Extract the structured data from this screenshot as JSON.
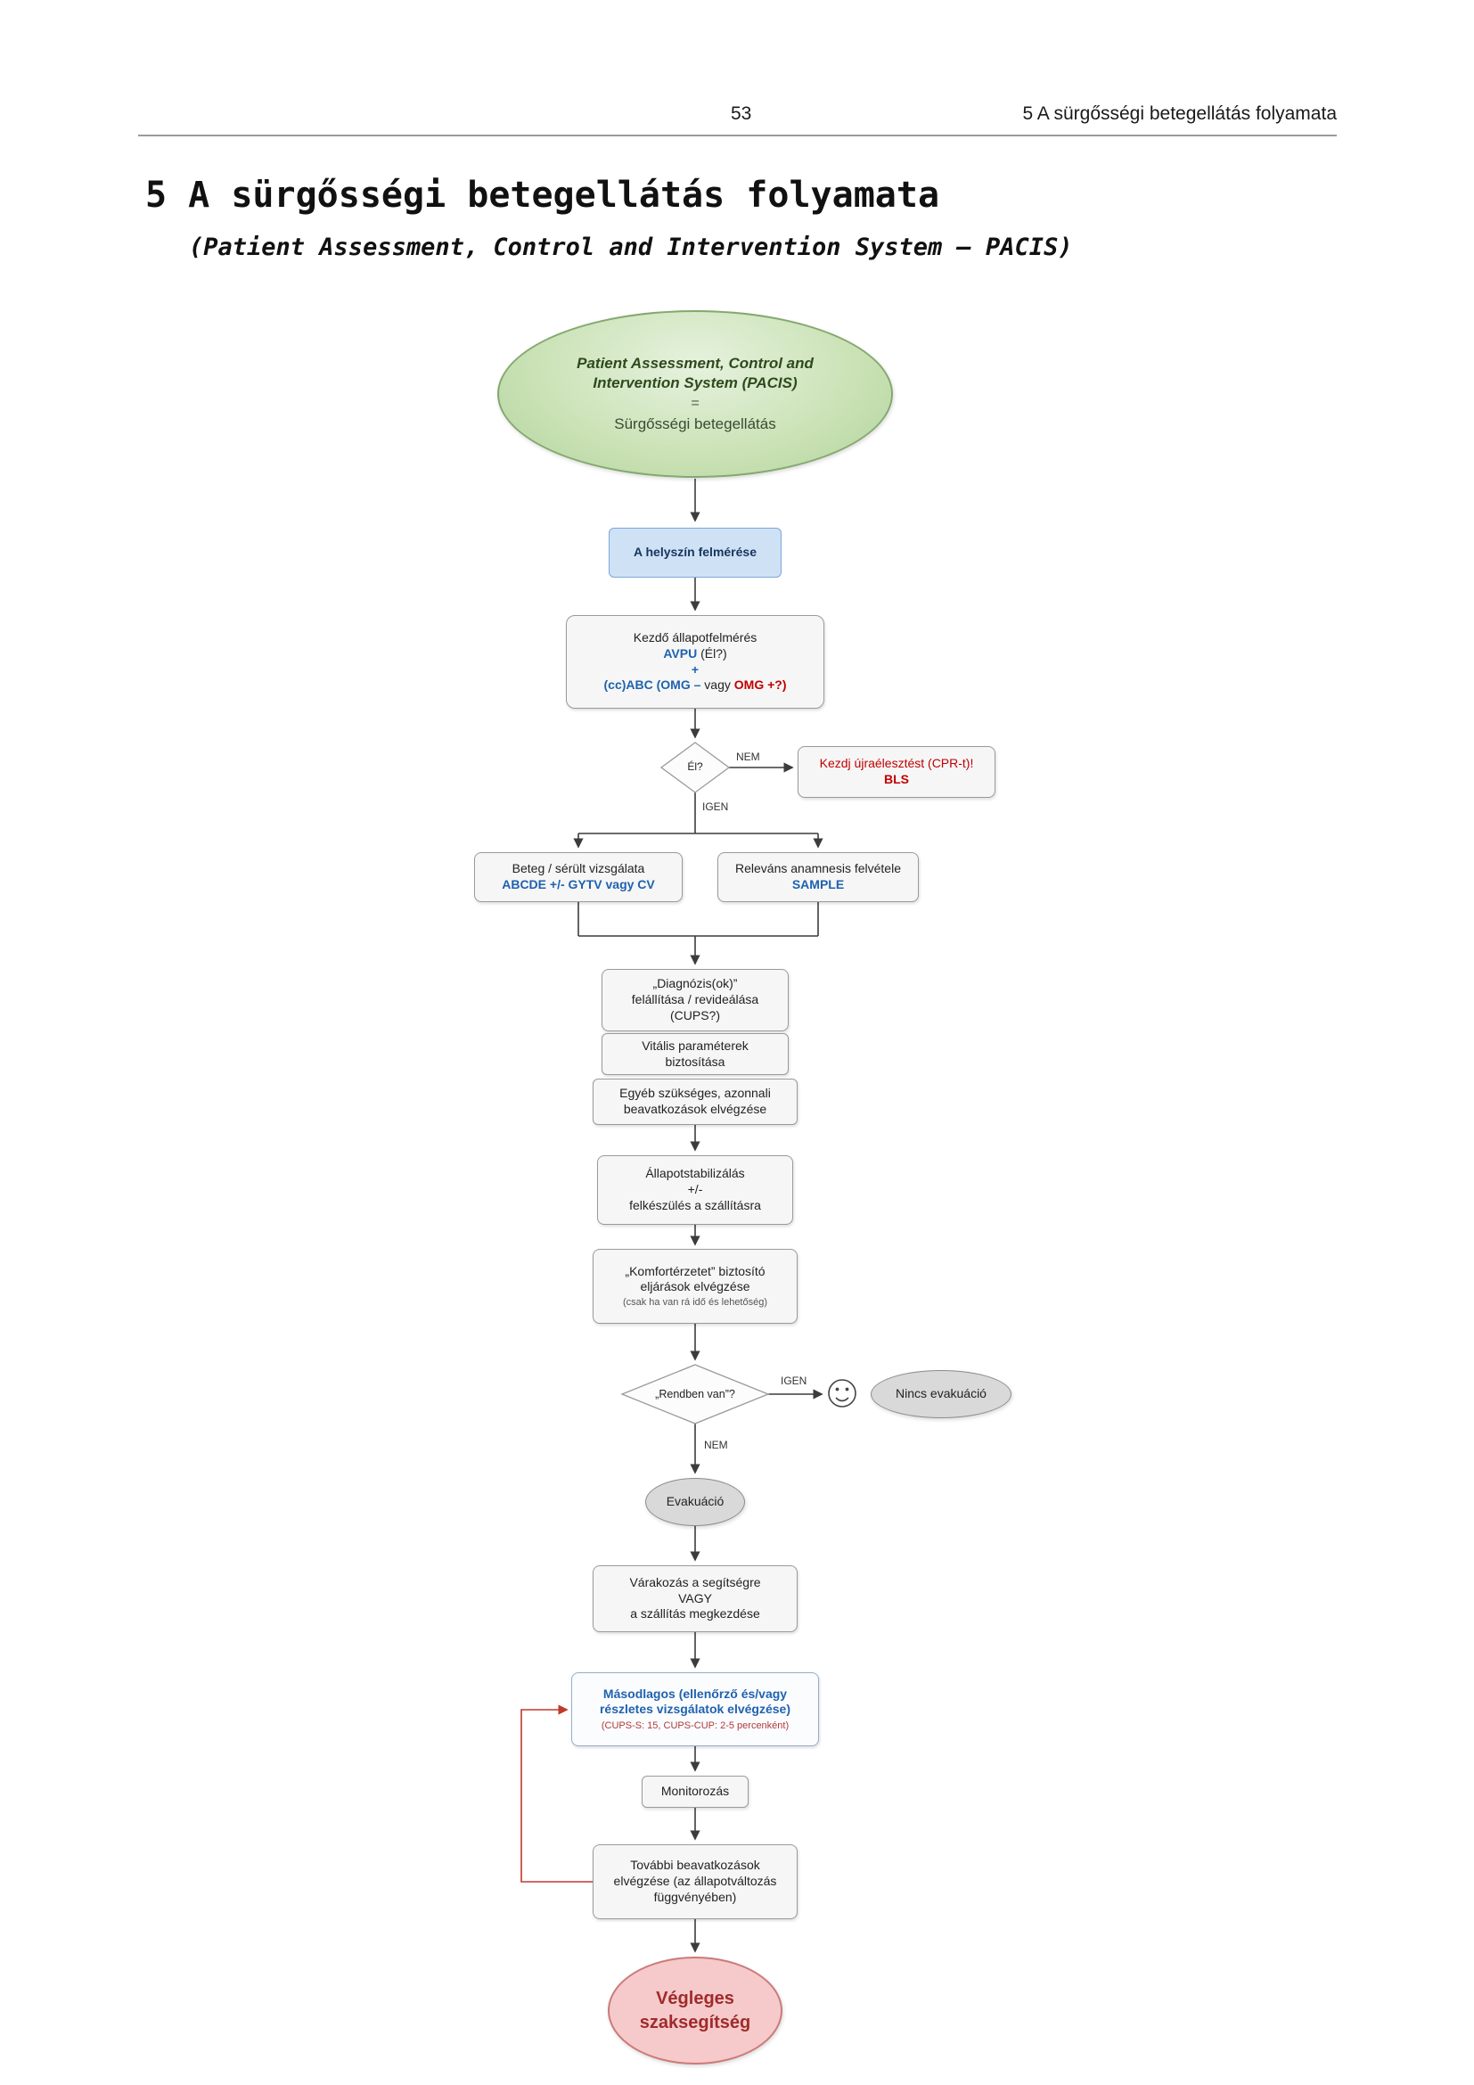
{
  "page": {
    "number": "53",
    "header": "5 A sürgősségi betegellátás folyamata",
    "title": "5 A sürgősségi betegellátás folyamata",
    "subtitle": "(Patient Assessment, Control and Intervention System – PACIS)"
  },
  "colors": {
    "accent_blue": "#1f62ae",
    "accent_red": "#c00000",
    "green_node_fill": "#bcd9a6",
    "pink_node_fill": "#f6caca",
    "gray_node_fill": "#d9d9d9",
    "scene_node_fill": "#cfe2f5",
    "feedback_arrow": "#c0392b"
  },
  "flow": {
    "start": {
      "line1": "Patient Assessment, Control and",
      "line2": "Intervention System (PACIS)",
      "equals": "=",
      "line3": "Sürgősségi betegellátás"
    },
    "scene": {
      "label": "A helyszín felmérése"
    },
    "initial": {
      "line1": "Kezdő állapotfelmérés",
      "line2": [
        {
          "t": "AVPU",
          "c": "blue"
        },
        {
          "t": " (Él?)",
          "c": "dark"
        }
      ],
      "line3": [
        {
          "t": "+",
          "c": "blue"
        }
      ],
      "line4": [
        {
          "t": "(cc)ABC (",
          "c": "blue"
        },
        {
          "t": "OMG –",
          "c": "blue"
        },
        {
          "t": " vagy ",
          "c": "dark"
        },
        {
          "t": "OMG +?)",
          "c": "red"
        }
      ]
    },
    "alive": {
      "label": "Él?"
    },
    "cpr": {
      "line1": "Kezdj újraélesztést (CPR-t)!",
      "line2": "BLS"
    },
    "exam": {
      "line1": "Beteg / sérült vizsgálata",
      "line2": "ABCDE +/- GYTV vagy CV"
    },
    "anamnesis": {
      "line1": "Releváns anamnesis felvétele",
      "line2": "SAMPLE"
    },
    "diagnosis": {
      "line1": "„Diagnózis(ok)”",
      "line2": "felállítása / revideálása",
      "line3": "(CUPS?)"
    },
    "vitals": {
      "line1": "Vitális paraméterek",
      "line2": "biztosítása"
    },
    "other": {
      "line1": "Egyéb szükséges, azonnali",
      "line2": "beavatkozások elvégzése"
    },
    "stabilize": {
      "line1": "Állapotstabilizálás",
      "line2": "+/-",
      "line3": "felkészülés a szállításra"
    },
    "comfort": {
      "line1": "„Komfortérzetet” biztosító",
      "line2": "eljárások elvégzése",
      "note": "(csak ha van rá idő és lehetőség)"
    },
    "ok": {
      "label": "„Rendben van”?"
    },
    "no_evac": {
      "label": "Nincs evakuáció"
    },
    "evac": {
      "label": "Evakuáció"
    },
    "waiting": {
      "line1": "Várakozás a segítségre",
      "line2": "VAGY",
      "line3": "a szállítás megkezdése"
    },
    "secondary": {
      "line1": "Másodlagos (ellenőrző és/vagy",
      "line2": "részletes vizsgálatok elvégzése)",
      "note": "(CUPS-S: 15, CUPS-CUP: 2-5 percenként)"
    },
    "monitor": {
      "label": "Monitorozás"
    },
    "further": {
      "line1": "További beavatkozások",
      "line2": "elvégzése (az állapotváltozás",
      "line3": "függvényében)"
    },
    "final": {
      "line1": "Végleges",
      "line2": "szaksegítség"
    },
    "labels": {
      "yes1": "IGEN",
      "no1": "NEM",
      "yes2": "IGEN",
      "no2": "NEM"
    }
  }
}
